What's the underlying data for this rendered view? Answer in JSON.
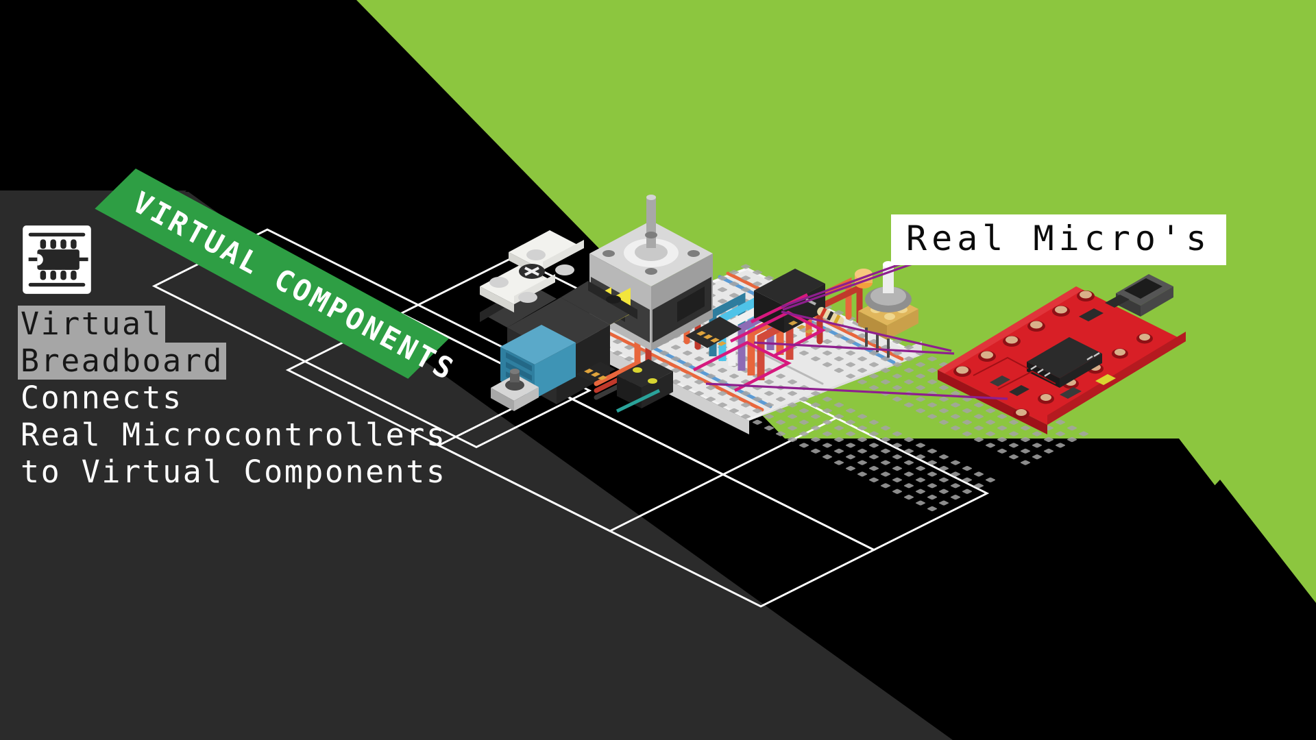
{
  "page": {
    "title": "Virtual Breadboard Connects Real Microcontrollers to Virtual Components",
    "background_black": "#000000",
    "background_dark_gray": "#2b2b2b",
    "background_green": "#8cc63f",
    "wireframe_line_color": "#ffffff"
  },
  "icon": {
    "name": "ic-chip-icon",
    "frame_color": "#ffffff",
    "body_color": "#262626"
  },
  "headline": {
    "lines": [
      {
        "text": "Virtual",
        "highlight": true,
        "color": "#171717",
        "background": "#a6a6a6"
      },
      {
        "text": "Breadboard",
        "highlight": true,
        "color": "#171717",
        "background": "#a6a6a6"
      },
      {
        "text": "Connects",
        "highlight": false,
        "color": "#ffffff",
        "background": "none"
      },
      {
        "text": "Real Microcontrollers",
        "highlight": false,
        "color": "#ffffff",
        "background": "none"
      },
      {
        "text": "to Virtual Components",
        "highlight": false,
        "color": "#ffffff",
        "background": "none"
      }
    ]
  },
  "banner": {
    "label": "VIRTUAL COMPONENTS",
    "background": "#2e9e44",
    "text_color": "#ffffff"
  },
  "real_label": {
    "text": "Real Micro's",
    "background": "#ffffff",
    "text_color": "#0b0b0b"
  },
  "illustration": {
    "caption_components": [
      "stepper-motor",
      "servo-motor",
      "ribbon-cable",
      "jumper-wires",
      "breadboard",
      "potentiometer",
      "resistor",
      "pushbutton",
      "ic-chip",
      "led",
      "seven-segment-display",
      "pro-micro-board"
    ],
    "board_name": "proMicro",
    "board_color": "#d81f26",
    "connection_line_color": "#8e1f8e"
  }
}
